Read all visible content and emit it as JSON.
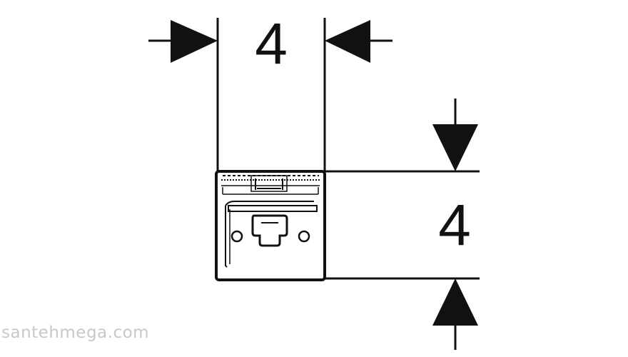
{
  "dimensions": {
    "width_label": "4",
    "height_label": "4"
  },
  "watermark": {
    "text": "santehmega.com"
  },
  "colors": {
    "line": "#111111",
    "background": "#ffffff",
    "watermark": "#c8c8c8"
  }
}
